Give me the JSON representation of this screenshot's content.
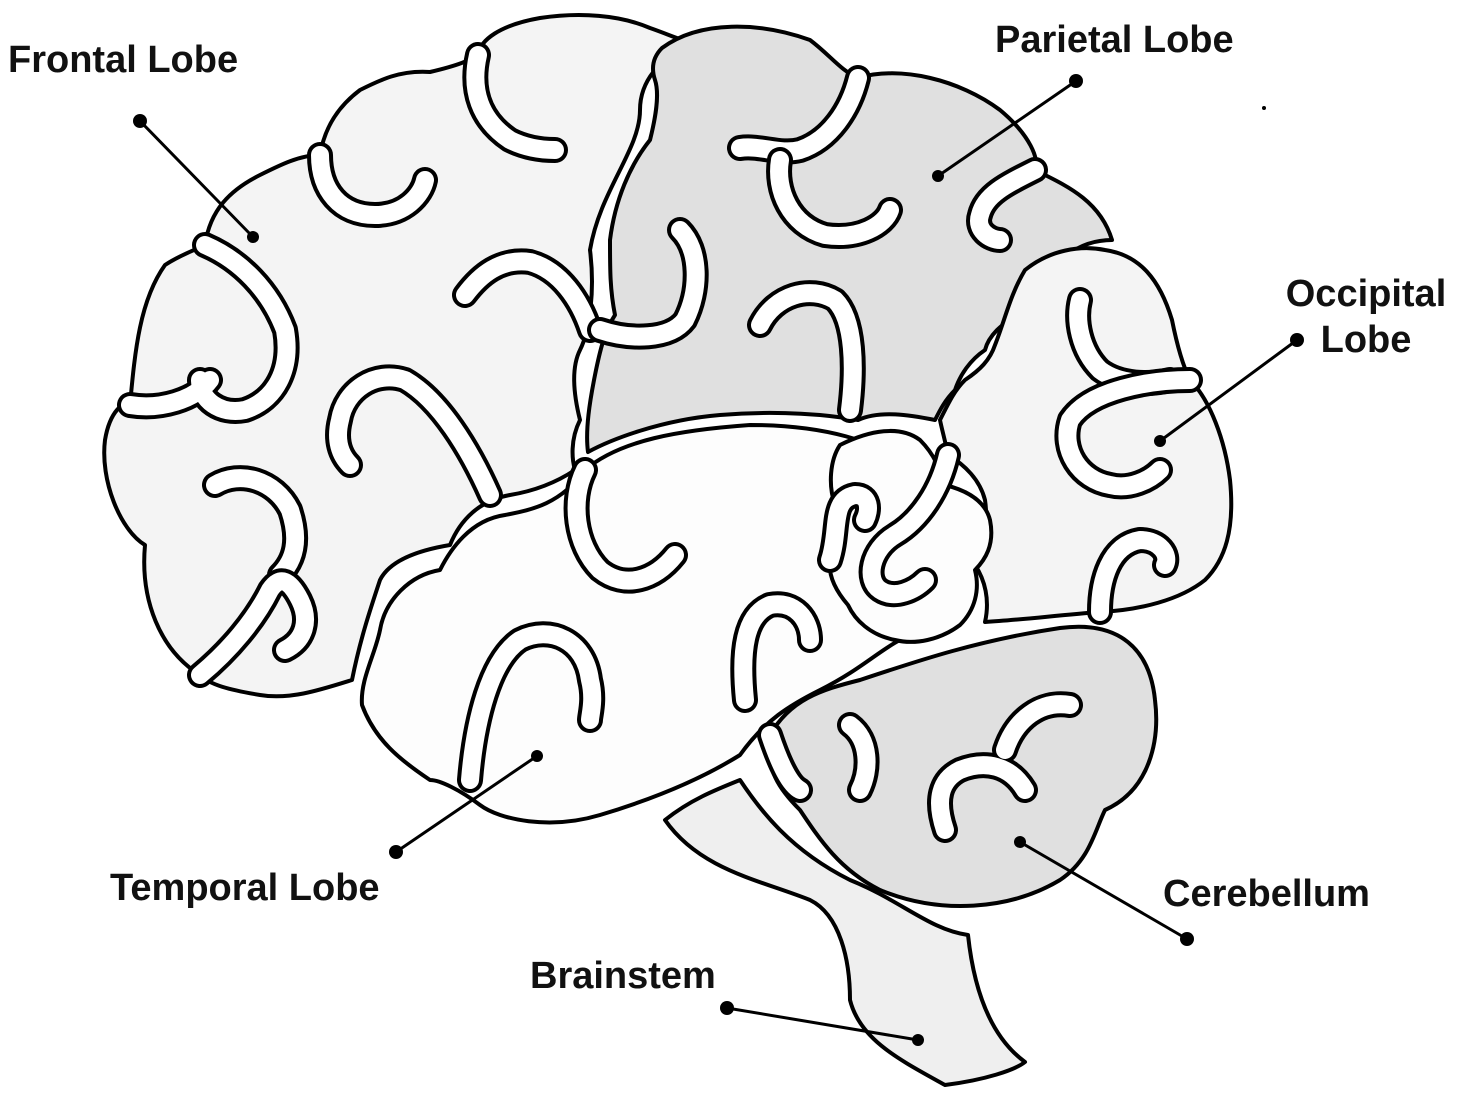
{
  "diagram": {
    "labels": {
      "frontal": "Frontal Lobe",
      "parietal": "Parietal Lobe",
      "occipital_line1": "Occipital",
      "occipital_line2": "Lobe",
      "temporal": "Temporal Lobe",
      "cerebellum": "Cerebellum",
      "brainstem": "Brainstem"
    },
    "colors": {
      "frontal": "#f4f4f4",
      "parietal": "#e0e0e0",
      "occipital": "#f4f4f4",
      "temporal": "#fdfdfd",
      "cerebellum": "#e0e0e0",
      "brainstem": "#efefef",
      "outline": "#000000",
      "label_text": "#111111"
    }
  }
}
